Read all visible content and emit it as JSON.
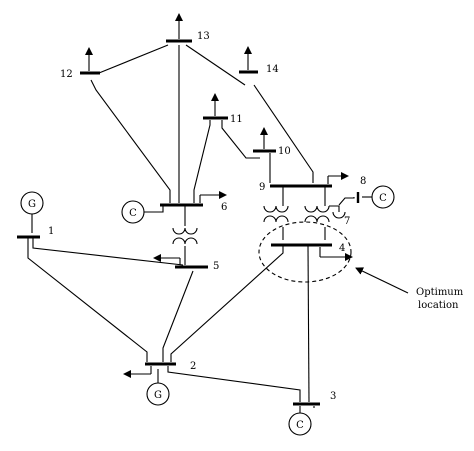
{
  "diagram": {
    "buses": {
      "b1": "1",
      "b2": "2",
      "b3": "3",
      "b4": "4",
      "b5": "5",
      "b6": "6",
      "b7": "7",
      "b8": "8",
      "b9": "9",
      "b10": "10",
      "b11": "11",
      "b12": "12",
      "b13": "13",
      "b14": "14"
    },
    "symbols": {
      "generator": "G",
      "condenser": "C"
    },
    "annotation": {
      "line1": "Optimum",
      "line2": "location"
    }
  }
}
